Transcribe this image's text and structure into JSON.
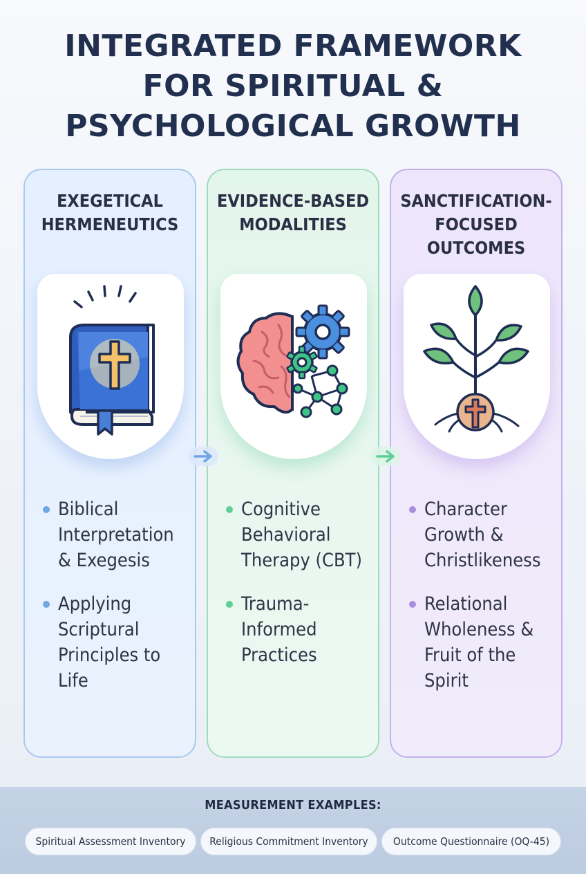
{
  "title": {
    "line1": "INTEGRATED FRAMEWORK",
    "line2": "FOR SPIRITUAL &",
    "line3": "PSYCHOLOGICAL GROWTH"
  },
  "columns": [
    {
      "heading": [
        "EXEGETICAL",
        "HERMENEUTICS"
      ],
      "icon": "bible-cross-icon",
      "accent": "#6fa6e4",
      "bullets": [
        "Biblical Interpretation & Exegesis",
        "Applying Scriptural Principles to Life"
      ],
      "bullet_lines": [
        [
          "Biblical",
          "Interpretation",
          "& Exegesis"
        ],
        [
          "Applying",
          "Scriptural",
          "Principles to",
          "Life"
        ]
      ]
    },
    {
      "heading": [
        "EVIDENCE-BASED",
        "MODALITIES"
      ],
      "icon": "brain-gears-icon",
      "accent": "#5fcf96",
      "bullets": [
        "Cognitive Behavioral Therapy (CBT)",
        "Trauma-Informed Practices"
      ],
      "bullet_lines": [
        [
          "Cognitive",
          "Behavioral",
          "Therapy (CBT)"
        ],
        [
          "Trauma-",
          "Informed",
          "Practices"
        ]
      ]
    },
    {
      "heading": [
        "SANCTIFICATION-",
        "FOCUSED",
        "OUTCOMES"
      ],
      "icon": "plant-cross-icon",
      "accent": "#a98ee0",
      "bullets": [
        "Character Growth & Christlikeness",
        "Relational Wholeness & Fruit of the Spirit"
      ],
      "bullet_lines": [
        [
          "Character",
          "Growth &",
          "Christlikeness"
        ],
        [
          "Relational",
          "Wholeness &",
          "Fruit of the",
          "Spirit"
        ]
      ]
    }
  ],
  "arrows": [
    "arrow-right-icon",
    "arrow-right-icon"
  ],
  "footer": {
    "title": "MEASUREMENT EXAMPLES:",
    "chips": [
      "Spiritual Assessment Inventory",
      "Religious Commitment Inventory",
      "Outcome Questionnaire (OQ-45)"
    ]
  }
}
